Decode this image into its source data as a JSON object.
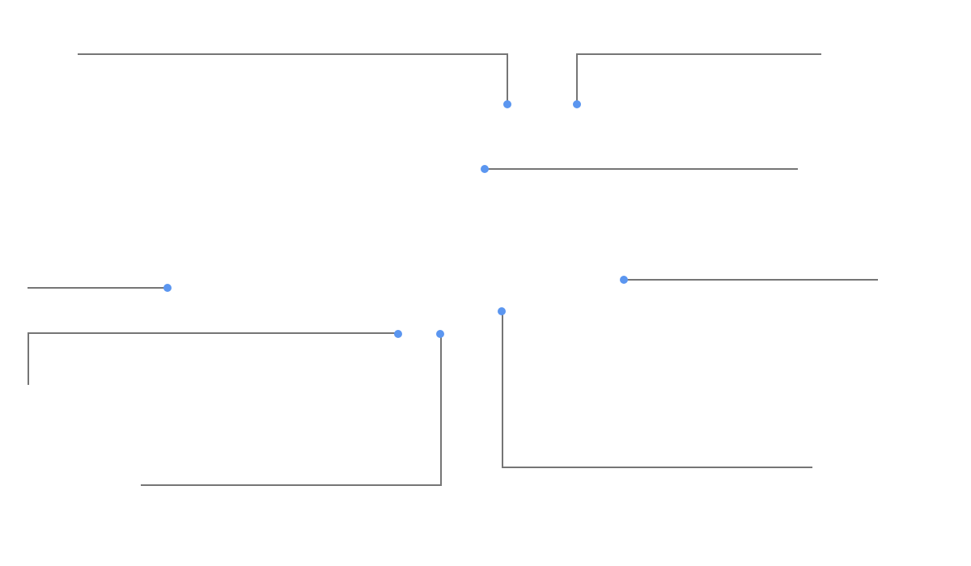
{
  "diagram": {
    "type": "callout-leader-lines",
    "background": "#ffffff",
    "line_color": "#757575",
    "dot_color": "#5b96f0",
    "callout_count": 9,
    "callouts": [
      {
        "id": "callout-1",
        "label": ""
      },
      {
        "id": "callout-2",
        "label": ""
      },
      {
        "id": "callout-3",
        "label": ""
      },
      {
        "id": "callout-4",
        "label": ""
      },
      {
        "id": "callout-5",
        "label": ""
      },
      {
        "id": "callout-6",
        "label": ""
      },
      {
        "id": "callout-7",
        "label": ""
      },
      {
        "id": "callout-8",
        "label": ""
      },
      {
        "id": "callout-9",
        "label": ""
      }
    ]
  }
}
